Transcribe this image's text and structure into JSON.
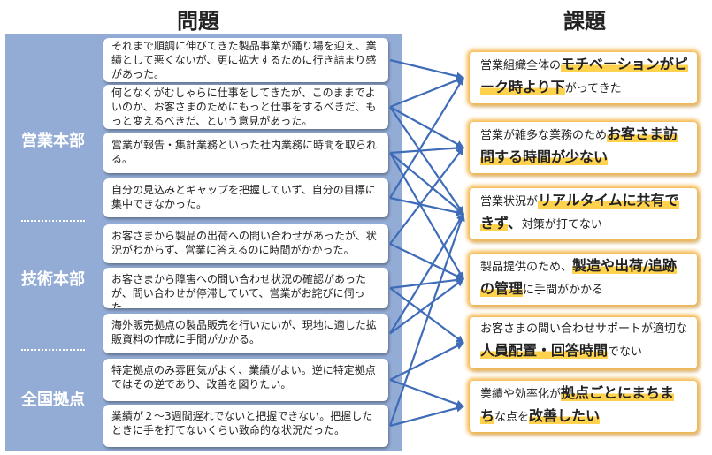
{
  "headers": {
    "problems": "問題",
    "issues": "課題"
  },
  "departments": [
    {
      "name": "営業本部"
    },
    {
      "name": "技術本部"
    },
    {
      "name": "全国拠点"
    }
  ],
  "problems": [
    "それまで順調に伸びてきた製品事業が踊り場を迎え、業績として悪くないが、更に拡大するために行き詰まり感があった。",
    "何となくがむしゃらに仕事をしてきたが、このままでよいのか、お客さまのためにもっと仕事をするべきだ、もっと変えるべきだ、という意見があった。",
    "営業が報告・集計業務といった社内業務に時間を取られる。",
    "自分の見込みとギャップを把握していず、自分の目標に集中できなかった。",
    "お客さまから製品の出荷への問い合わせがあったが、状況がわからず、営業に答えるのに時間がかかった。",
    "お客さまから障害への問い合わせ状況の確認があったが、問い合わせが停滞していて、営業がお詫びに伺った。",
    "海外販売拠点の製品販売を行いたいが、現地に適した拡販資料の作成に手間がかかる。",
    "特定拠点のみ雰囲気がよく、業績がよい。逆に特定拠点ではその逆であり、改善を図りたい。",
    "業績が２～3週間遅れでないと把握できない。把握したときに手を打てないくらい致命的な状況だった。"
  ],
  "issues": [
    [
      {
        "t": "営業組織全体の",
        "s": "n"
      },
      {
        "t": "モチベーションが",
        "s": "h"
      },
      {
        "t": "ピーク時より下",
        "s": "h"
      },
      {
        "t": "がってきた",
        "s": "n"
      }
    ],
    [
      {
        "t": "営業が雑多な業務のため",
        "s": "n"
      },
      {
        "t": "お客さま",
        "s": "h"
      },
      {
        "t": "訪問する時間が少ない",
        "s": "h"
      }
    ],
    [
      {
        "t": "営業状況が",
        "s": "n"
      },
      {
        "t": "リアルタイムに共有",
        "s": "h"
      },
      {
        "t": "できず",
        "s": "h"
      },
      {
        "t": "、",
        "s": "b"
      },
      {
        "t": "対策が打てない",
        "s": "n"
      }
    ],
    [
      {
        "t": "製品提供のため、",
        "s": "n"
      },
      {
        "t": "製造や出荷/",
        "s": "h"
      },
      {
        "t": "追跡の管理",
        "s": "h"
      },
      {
        "t": "に手間がかかる",
        "s": "n"
      }
    ],
    [
      {
        "t": "お客さまの問い合わせサポートが適切な",
        "s": "n"
      },
      {
        "t": "人員配置・回答時間",
        "s": "h"
      },
      {
        "t": "でない",
        "s": "n"
      }
    ],
    [
      {
        "t": "業績や効率化が",
        "s": "n"
      },
      {
        "t": "拠点ごとにまちまち",
        "s": "h"
      },
      {
        "t": "な点を",
        "s": "n"
      },
      {
        "t": "改善したい",
        "s": "h"
      }
    ]
  ],
  "connections": [
    [
      0,
      0
    ],
    [
      1,
      0
    ],
    [
      1,
      1
    ],
    [
      1,
      2
    ],
    [
      2,
      1
    ],
    [
      2,
      2
    ],
    [
      2,
      3
    ],
    [
      3,
      0
    ],
    [
      3,
      2
    ],
    [
      4,
      1
    ],
    [
      4,
      3
    ],
    [
      5,
      3
    ],
    [
      5,
      4
    ],
    [
      6,
      2
    ],
    [
      6,
      3
    ],
    [
      7,
      4
    ],
    [
      7,
      5
    ],
    [
      8,
      2
    ],
    [
      8,
      5
    ]
  ],
  "colors": {
    "panel": "#93acd6",
    "arrow": "#3f6cb8",
    "highlight": "#ffd24d",
    "glow": "#f5b74a"
  }
}
